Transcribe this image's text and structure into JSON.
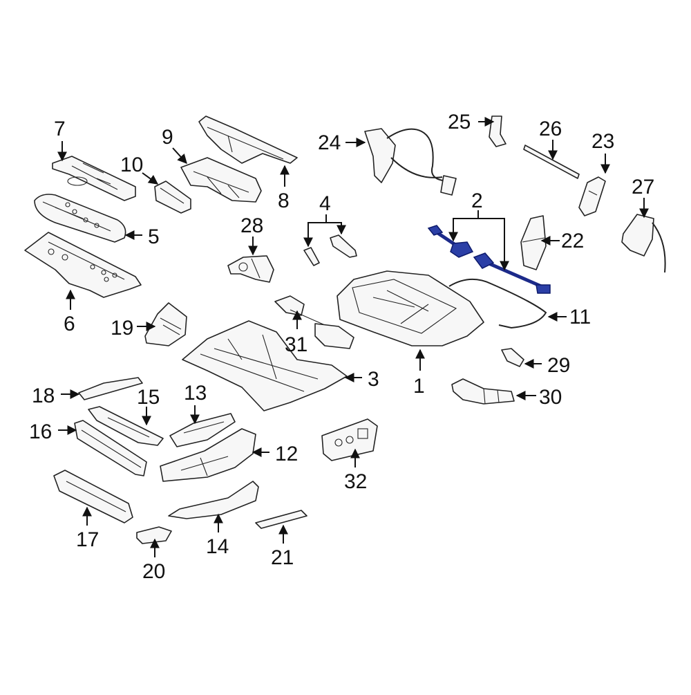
{
  "callouts": [
    {
      "id": "7",
      "text": "7"
    },
    {
      "id": "10",
      "text": "10"
    },
    {
      "id": "9",
      "text": "9"
    },
    {
      "id": "8",
      "text": "8"
    },
    {
      "id": "5",
      "text": "5"
    },
    {
      "id": "6",
      "text": "6"
    },
    {
      "id": "28",
      "text": "28"
    },
    {
      "id": "4",
      "text": "4"
    },
    {
      "id": "24",
      "text": "24"
    },
    {
      "id": "25",
      "text": "25"
    },
    {
      "id": "26",
      "text": "26"
    },
    {
      "id": "23",
      "text": "23"
    },
    {
      "id": "27",
      "text": "27"
    },
    {
      "id": "2",
      "text": "2"
    },
    {
      "id": "22",
      "text": "22"
    },
    {
      "id": "11",
      "text": "11"
    },
    {
      "id": "19",
      "text": "19"
    },
    {
      "id": "31",
      "text": "31"
    },
    {
      "id": "1",
      "text": "1"
    },
    {
      "id": "29",
      "text": "29"
    },
    {
      "id": "3",
      "text": "3"
    },
    {
      "id": "30",
      "text": "30"
    },
    {
      "id": "18",
      "text": "18"
    },
    {
      "id": "15",
      "text": "15"
    },
    {
      "id": "13",
      "text": "13"
    },
    {
      "id": "16",
      "text": "16"
    },
    {
      "id": "12",
      "text": "12"
    },
    {
      "id": "32",
      "text": "32"
    },
    {
      "id": "17",
      "text": "17"
    },
    {
      "id": "14",
      "text": "14"
    },
    {
      "id": "20",
      "text": "20"
    },
    {
      "id": "21",
      "text": "21"
    }
  ],
  "colors": {
    "highlight": "#2b3fa6",
    "line": "#222222",
    "background": "#ffffff"
  }
}
